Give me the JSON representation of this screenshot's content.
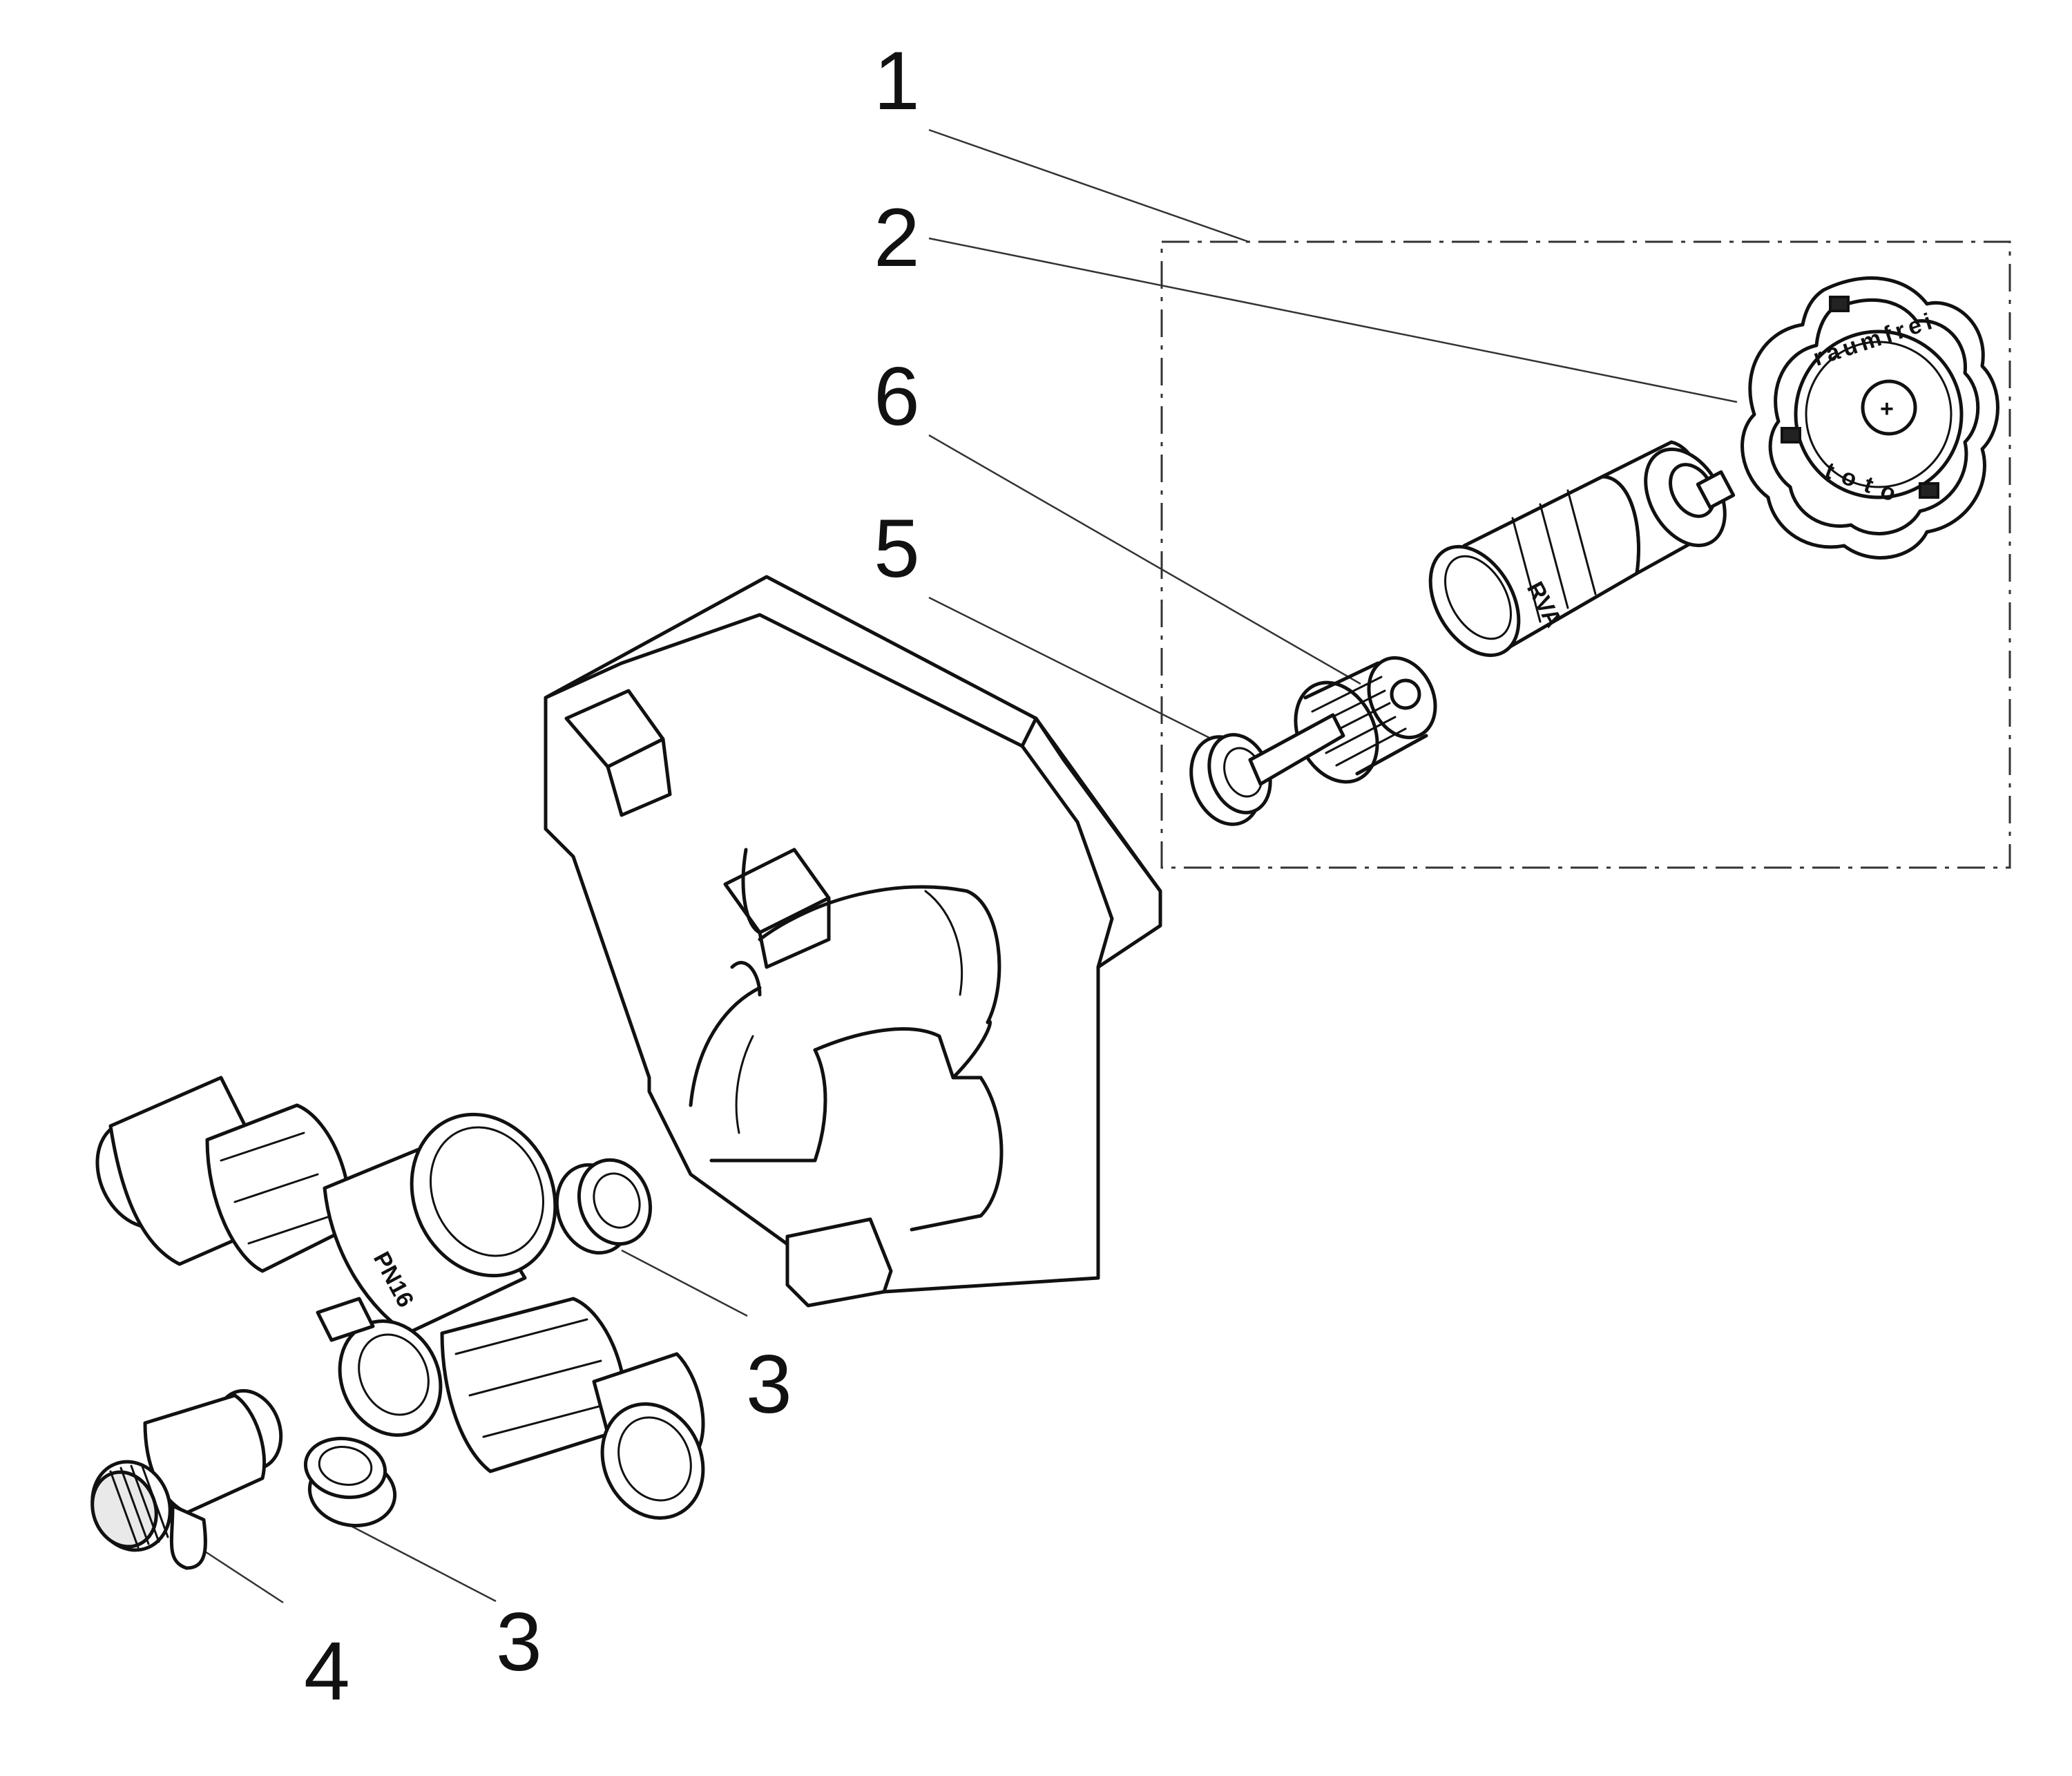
{
  "callouts": [
    {
      "id": "1",
      "label": "1"
    },
    {
      "id": "2",
      "label": "2"
    },
    {
      "id": "6",
      "label": "6"
    },
    {
      "id": "5",
      "label": "5"
    },
    {
      "id": "3a",
      "label": "3"
    },
    {
      "id": "3b",
      "label": "3"
    },
    {
      "id": "4",
      "label": "4"
    }
  ],
  "handwheel": {
    "ring_text": "raumfrei",
    "ring_text_2": "toto",
    "center_symbol": "+"
  },
  "valve_insert": {
    "marking": "RVA"
  },
  "body": {
    "marking": "PN16"
  }
}
